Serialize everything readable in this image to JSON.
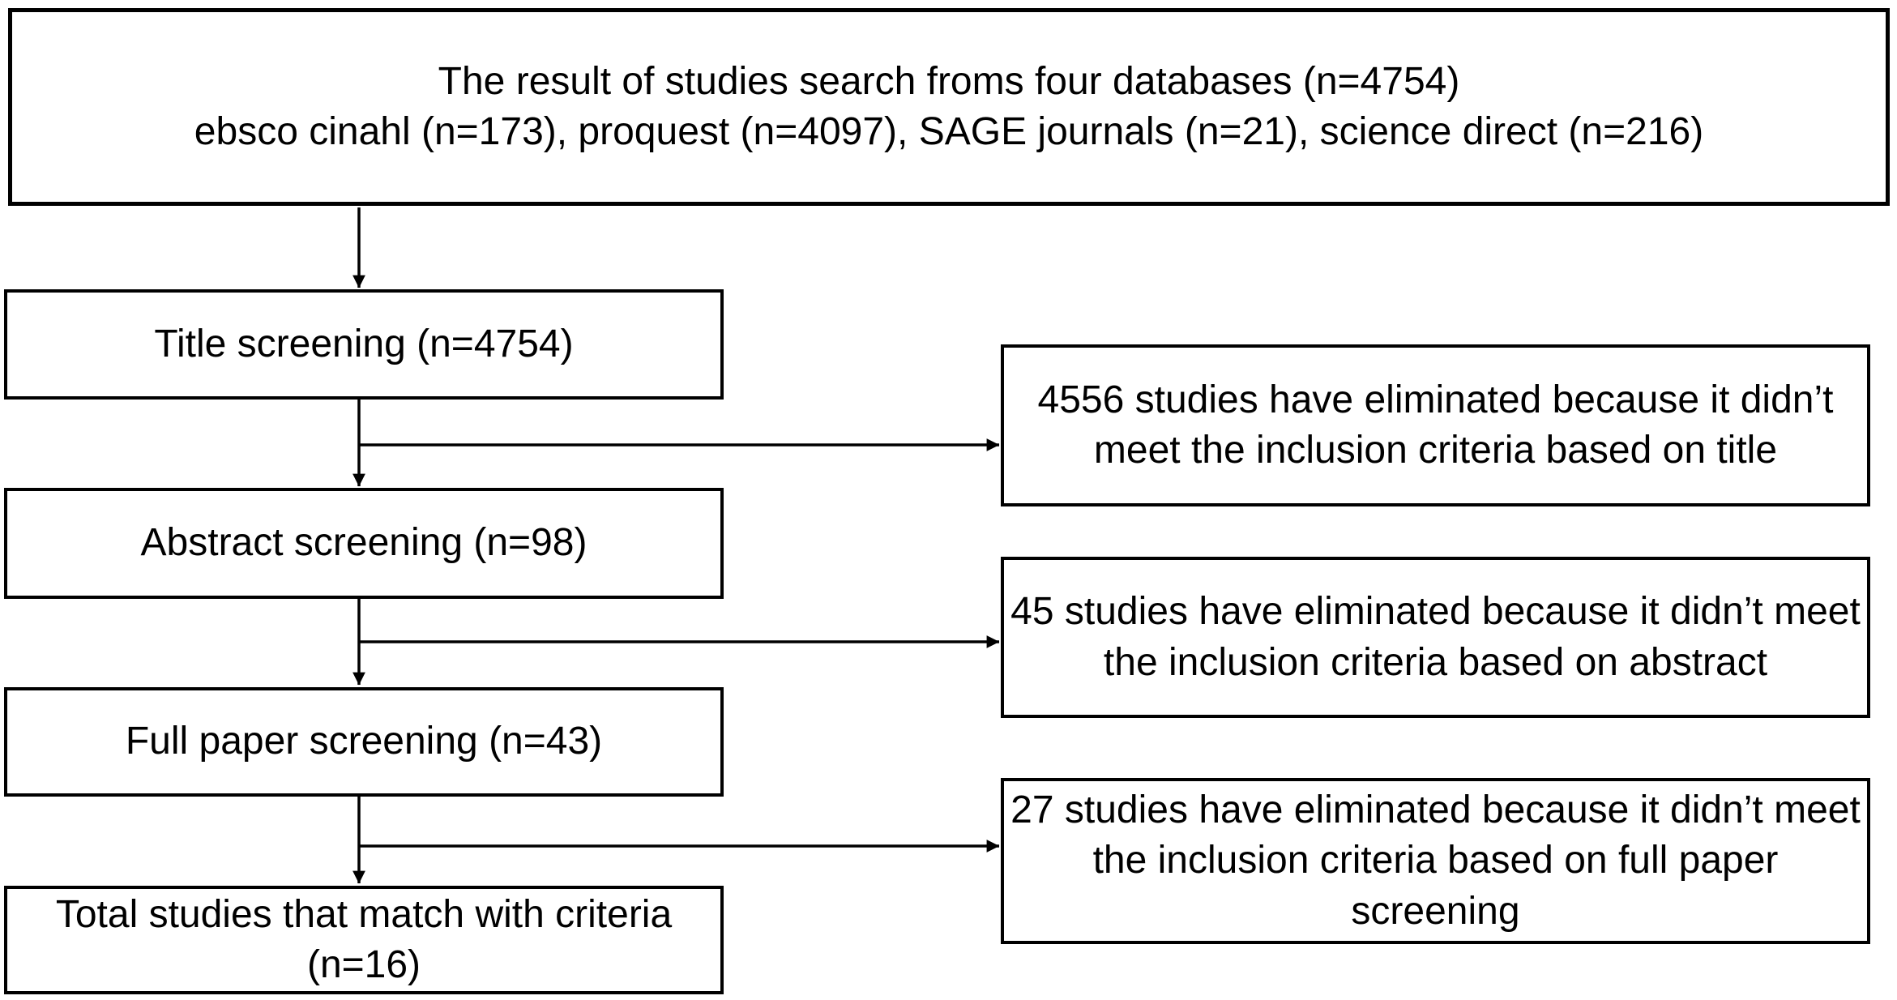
{
  "diagram": {
    "type": "flowchart",
    "colors": {
      "background": "#ffffff",
      "border": "#000000",
      "text": "#000000"
    },
    "nodes": {
      "source": {
        "text": "The result of studies search froms four databases (n=4754)\nebsco cinahl (n=173), proquest (n=4097), SAGE journals (n=21), science direct (n=216)"
      },
      "title_screening": {
        "text": "Title screening (n=4754)"
      },
      "excluded_title": {
        "text": "4556 studies have eliminated because it didn’t\nmeet the inclusion criteria based on title"
      },
      "abstract_screening": {
        "text": "Abstract screening (n=98)"
      },
      "excluded_abstract": {
        "text": "45 studies have eliminated because it didn’t meet\nthe inclusion criteria based on abstract"
      },
      "full_paper_screening": {
        "text": "Full paper screening (n=43)"
      },
      "excluded_full_paper": {
        "text": "27 studies have eliminated because it didn’t meet\nthe inclusion criteria based on full paper\nscreening"
      },
      "total_included": {
        "text": "Total studies that match with criteria\n(n=16)"
      }
    }
  }
}
